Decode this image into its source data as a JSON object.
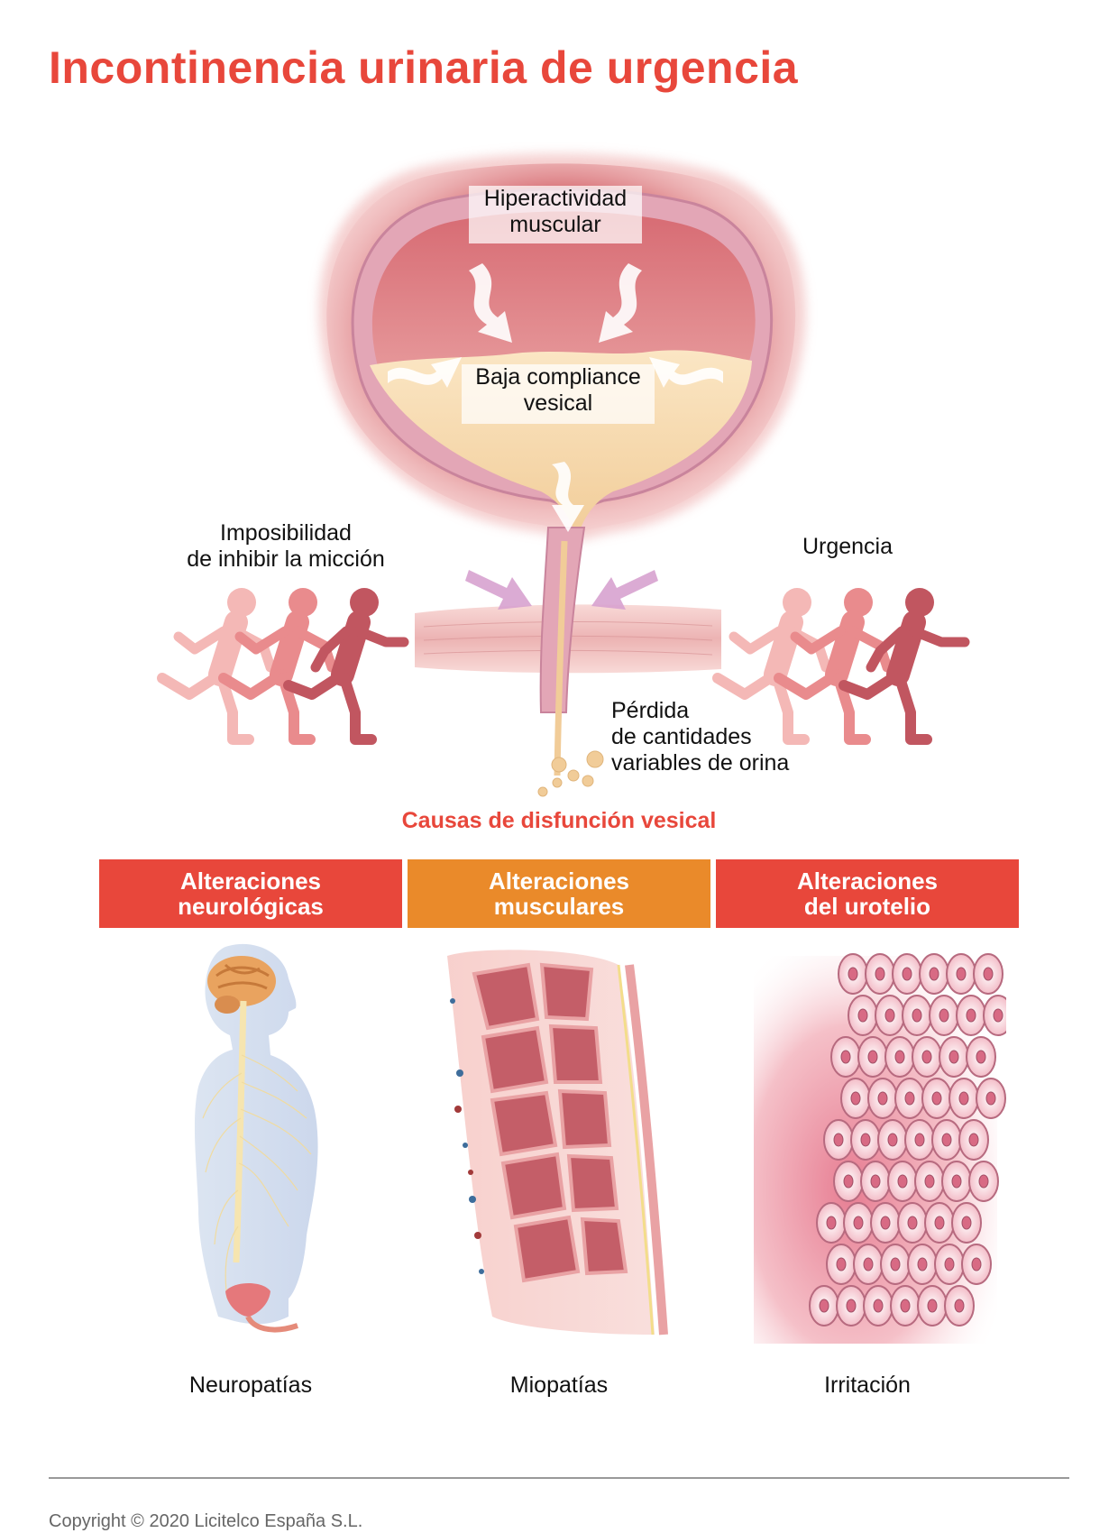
{
  "title": "Incontinencia urinaria de urgencia",
  "diagram": {
    "labels": {
      "hyperactivity": "Hiperactividad\nmuscular",
      "low_compliance": "Baja compliance\nvesical",
      "impossibility": "Imposibilidad\nde inhibir la micción",
      "urgency": "Urgencia",
      "loss": "Pérdida\nde cantidades\nvariables de orina"
    }
  },
  "causes": {
    "title": "Causas de disfunción vesical",
    "categories": [
      {
        "label": "Alteraciones\nneurológicas",
        "color": "#e8473b",
        "caption": "Neuropatías"
      },
      {
        "label": "Alteraciones\nmusculares",
        "color": "#ea8a2a",
        "caption": "Miopatías"
      },
      {
        "label": "Alteraciones\ndel urotelio",
        "color": "#e8473b",
        "caption": "Irritación"
      }
    ]
  },
  "copyright": "Copyright © 2020 Licitelco España S.L."
}
